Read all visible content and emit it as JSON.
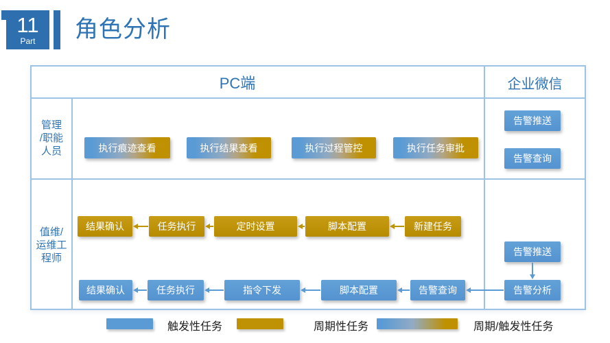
{
  "header": {
    "part_number": "11",
    "part_label": "Part",
    "title": "角色分析"
  },
  "colors": {
    "primary_blue": "#2e6fb0",
    "title_blue": "#2e74b5",
    "button_blue": "#5b9bd5",
    "button_gold": "#bf9000",
    "table_border": "#9cc2e5",
    "legend_text": "#1f1f1f"
  },
  "table": {
    "columns": [
      {
        "label": "PC端"
      },
      {
        "label": "企业微信"
      }
    ],
    "rows": [
      {
        "role": "管理/职能人员",
        "label_lines": [
          "管理",
          "/职能",
          "人员"
        ],
        "pc_buttons": [
          "执行痕迹查看",
          "执行结果查看",
          "执行过程管控",
          "执行任务审批"
        ],
        "pc_buttons_type": "周期/触发性任务",
        "wechat_buttons": [
          "告警推送",
          "告警查询"
        ]
      },
      {
        "role": "值维/运维工程师",
        "label_lines": [
          "值维/",
          "运维工",
          "程师"
        ],
        "periodic_chain": [
          "结果确认",
          "任务执行",
          "定时设置",
          "脚本配置",
          "新建任务"
        ],
        "periodic_chain_type": "周期性任务",
        "trigger_chain": [
          "结果确认",
          "任务执行",
          "指令下发",
          "脚本配置",
          "告警查询"
        ],
        "trigger_chain_type": "触发性任务",
        "wechat_buttons": [
          "告警推送",
          "告警分析"
        ]
      }
    ]
  },
  "legend": {
    "items": [
      {
        "label": "触发性任务",
        "color": "#5b9bd5",
        "style": "solid-blue"
      },
      {
        "label": "周期性任务",
        "color": "#bf9206",
        "style": "solid-gold"
      },
      {
        "label": "周期/触发性任务",
        "color": "blue-to-gold-gradient",
        "style": "gradient"
      }
    ]
  }
}
